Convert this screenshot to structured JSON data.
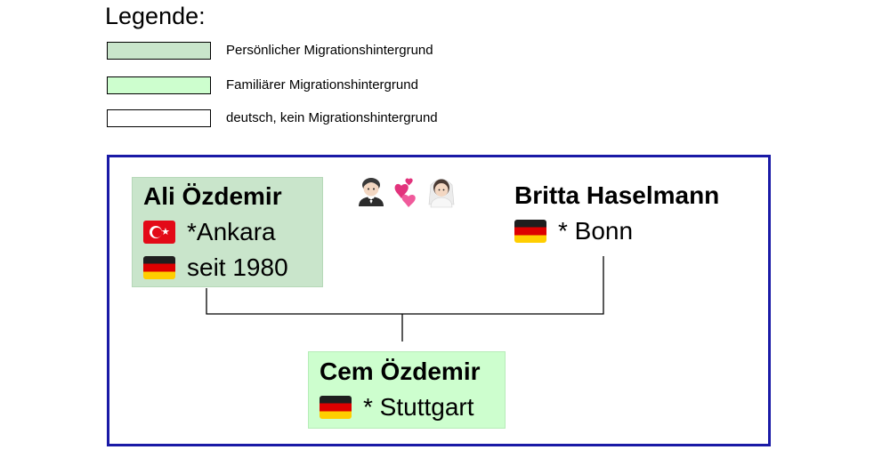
{
  "legend": {
    "title": "Legende:",
    "items": [
      {
        "label": "Persönlicher Migrationshintergrund",
        "color": "#c9e5cb"
      },
      {
        "label": "Familiärer Migrationshintergrund",
        "color": "#cdfece"
      },
      {
        "label": "deutsch, kein Migrationshintergrund",
        "color": "#ffffff"
      }
    ]
  },
  "colors": {
    "frame_border": "#1a1aa6",
    "personal_background_box": "#c9e5cb",
    "family_background_box": "#cdfece"
  },
  "people": {
    "father": {
      "name": "Ali Özdemir",
      "line1": "*Ankara",
      "line1_icon": "turkey-flag-icon",
      "line2": "seit 1980",
      "line2_icon": "germany-flag-icon"
    },
    "mother": {
      "name": "Britta Haselmann",
      "line1": "* Bonn",
      "line1_icon": "germany-flag-icon"
    },
    "child": {
      "name": "Cem Özdemir",
      "line1": "* Stuttgart",
      "line1_icon": "germany-flag-icon"
    }
  },
  "marriage_icon": "couple-with-hearts-icon"
}
